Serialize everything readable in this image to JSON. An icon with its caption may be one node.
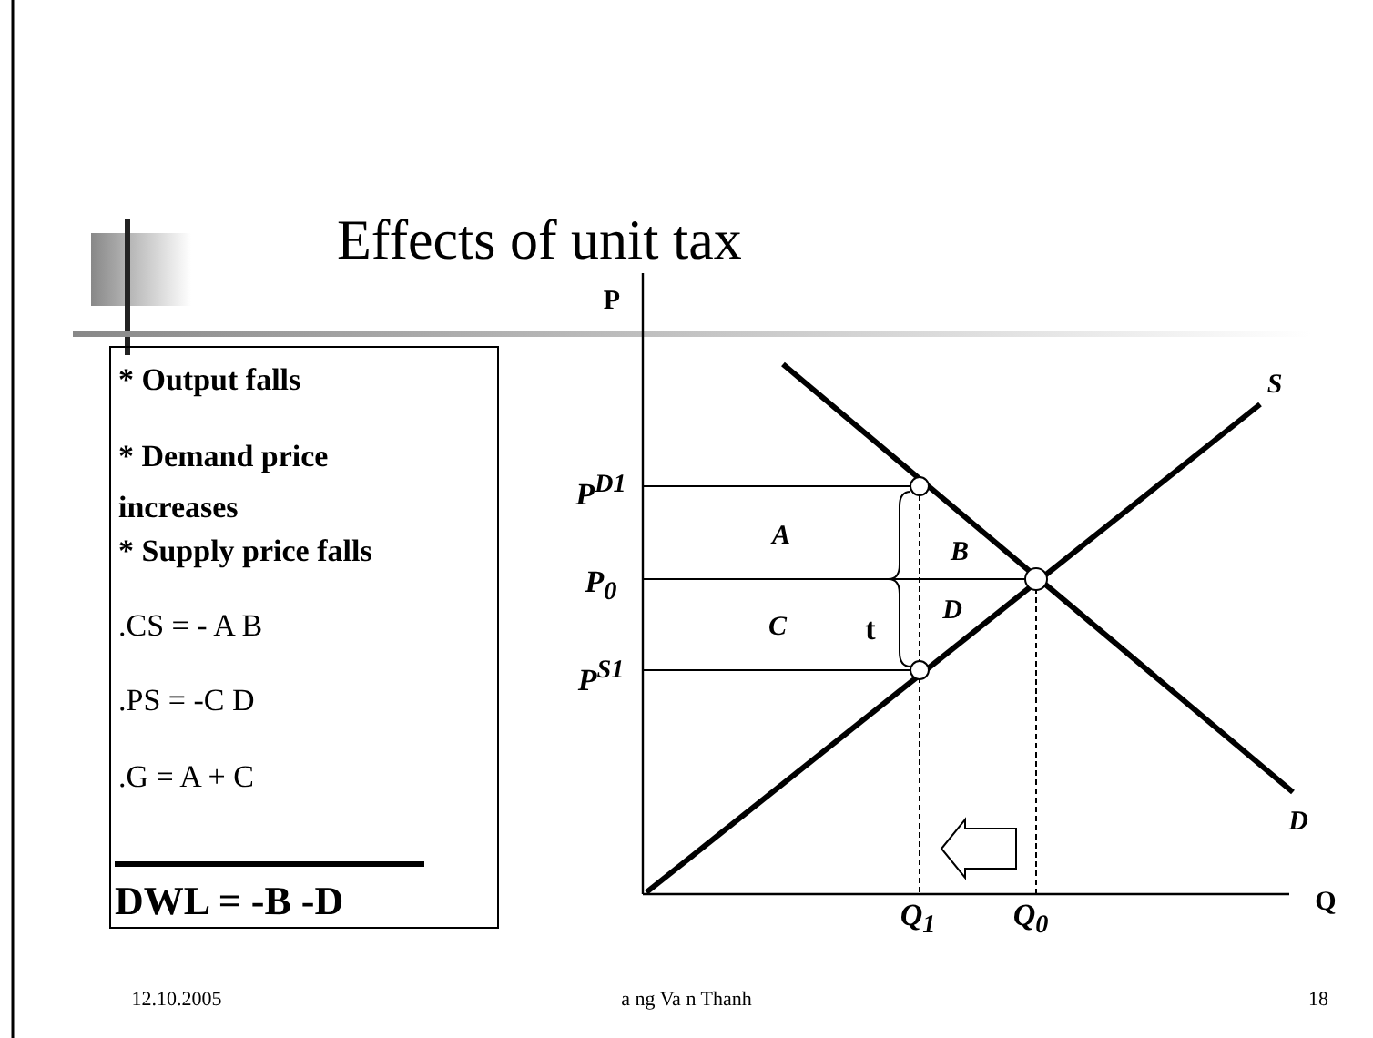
{
  "diagram": {
    "title": "Effects of unit tax",
    "nodes": [
      {
        "text": [
          "* Output falls",
          "* Demand price increases",
          "* Supply price falls",
          ".CS = - A B",
          ".PS = -C D",
          ".G = A + C",
          "DWL = -B -D"
        ]
      }
    ],
    "labels": [
      "P",
      "S",
      "P$^{D1}$",
      "A",
      "B",
      "P$_{0}$",
      "D",
      "C",
      "t",
      "P$^{S1}$",
      "D",
      "Q$_{1}$",
      "Q$_{0}$",
      "Q",
      "12.10.2005",
      "a   ng Va n Thanh",
      "18"
    ]
  }
}
